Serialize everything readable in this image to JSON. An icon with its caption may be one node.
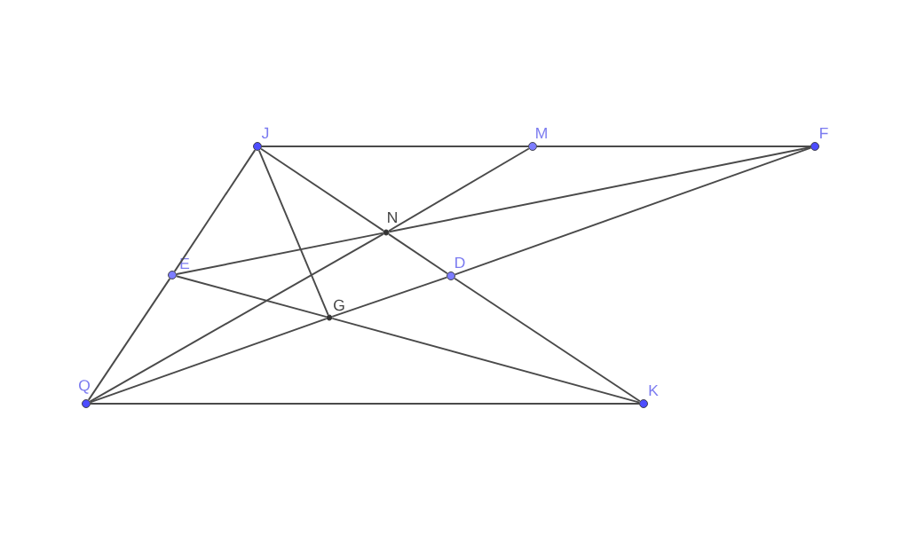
{
  "diagram": {
    "nodes": [
      {
        "text": [
          "J"
        ]
      },
      {
        "text": [
          "M"
        ]
      },
      {
        "text": [
          "F"
        ]
      },
      {
        "text": [
          "N"
        ]
      },
      {
        "text": [
          "E"
        ]
      },
      {
        "text": [
          "D"
        ]
      },
      {
        "text": [
          "G"
        ]
      },
      {
        "text": [
          "Q"
        ]
      },
      {
        "text": [
          "K"
        ]
      }
    ],
    "edges": [
      {
        "from": 0,
        "to": 1,
        "arrow": "none"
      },
      {
        "from": 1,
        "to": 2,
        "arrow": "none"
      },
      {
        "from": 0,
        "to": 4,
        "arrow": "none"
      },
      {
        "from": 4,
        "to": 7,
        "arrow": "none"
      },
      {
        "from": 7,
        "to": 8,
        "arrow": "none"
      },
      {
        "from": 0,
        "to": 3,
        "arrow": "none"
      },
      {
        "from": 3,
        "to": 5,
        "arrow": "none"
      },
      {
        "from": 5,
        "to": 8,
        "arrow": "none"
      },
      {
        "from": 0,
        "to": 6,
        "arrow": "none"
      },
      {
        "from": 1,
        "to": 3,
        "arrow": "none"
      },
      {
        "from": 3,
        "to": 7,
        "arrow": "none"
      },
      {
        "from": 4,
        "to": 3,
        "arrow": "none"
      },
      {
        "from": 3,
        "to": 2,
        "arrow": "none"
      },
      {
        "from": 4,
        "to": 6,
        "arrow": "none"
      },
      {
        "from": 6,
        "to": 8,
        "arrow": "none"
      },
      {
        "from": 7,
        "to": 6,
        "arrow": "none"
      },
      {
        "from": 6,
        "to": 5,
        "arrow": "none"
      },
      {
        "from": 5,
        "to": 2,
        "arrow": "none"
      }
    ]
  }
}
